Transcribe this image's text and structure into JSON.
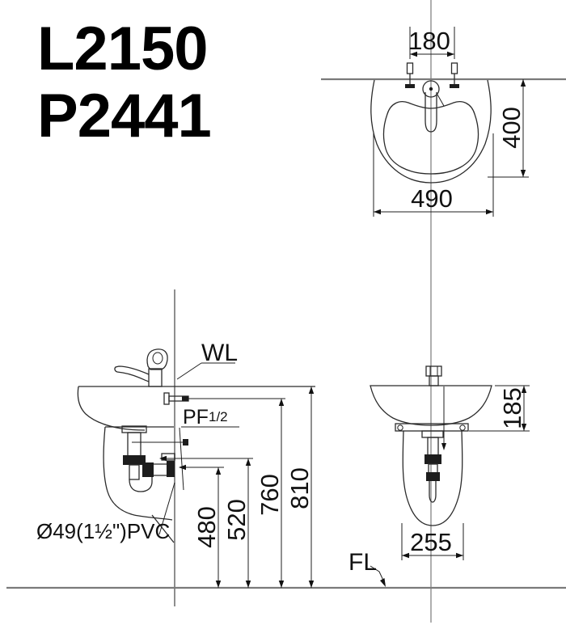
{
  "title": {
    "model_1": "L2150",
    "model_2": "P2441"
  },
  "views": {
    "front_top": {
      "dim_hole_spacing": "180",
      "dim_height": "400",
      "dim_width": "490"
    },
    "side": {
      "label_wall_line": "WL",
      "label_supply": "PF",
      "label_supply_size": "1/2",
      "label_drain_pipe": "Ø49(1½\")PVC",
      "dim_drain_height": "480",
      "dim_supply_height": "520",
      "dim_bolt_height": "760",
      "dim_rim_height": "810"
    },
    "front_bottom": {
      "dim_basin_depth": "185",
      "dim_shroud_width": "255",
      "label_floor_line": "FL"
    }
  },
  "colors": {
    "background": "#ffffff",
    "ink": "#2b2b2b",
    "guide_line": "#7a7a7a",
    "text": "#000000"
  }
}
